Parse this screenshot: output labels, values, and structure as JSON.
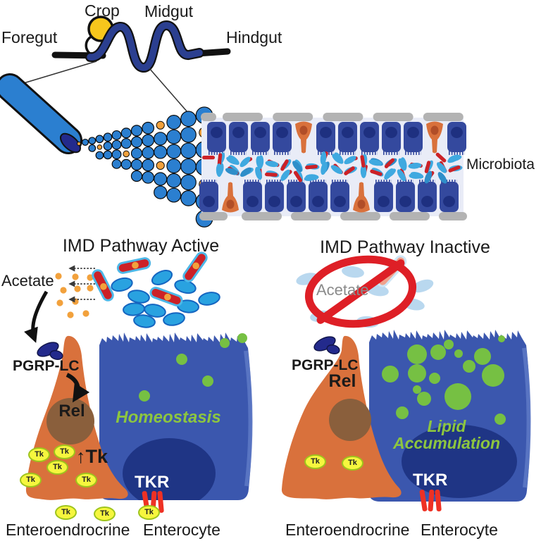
{
  "anatomy": {
    "foregut": "Foregut",
    "crop": "Crop",
    "midgut": "Midgut",
    "hindgut": "Hindgut",
    "microbiota": "Microbiota"
  },
  "left_panel": {
    "title": "IMD Pathway Active",
    "acetate": "Acetate",
    "pgrp": "PGRP-LC",
    "rel": "Rel",
    "homeostasis": "Homeostasis",
    "tk_arrow": "↑",
    "tk": "Tk",
    "tkr": "TKR",
    "enteroendocrine": "Enteroendrocrine",
    "enterocyte": "Enterocyte"
  },
  "right_panel": {
    "title": "IMD Pathway Inactive",
    "acetate": "Acetate",
    "pgrp": "PGRP-LC",
    "rel": "Rel",
    "lipid1": "Lipid",
    "lipid2": "Accumulation",
    "tkr": "TKR",
    "enteroendocrine": "Enteroendrocrine",
    "enterocyte": "Enterocyte"
  },
  "badge": {
    "tk": "Tk"
  },
  "colors": {
    "gut_blue": "#2b3f90",
    "crop_yellow": "#f7c61c",
    "tube_blue": "#2b7fd0",
    "cell_blue": "#3b57ae",
    "cell_rim": "#5e79c6",
    "nucleus_navy": "#1f3585",
    "epi_cell": "#34499e",
    "epi_nucleus": "#1e3080",
    "ee_orange": "#d9713c",
    "ee_nucleus": "#8a5f3c",
    "epi_ee_nucleus": "#b14e28",
    "lipid_green": "#76c043",
    "text_green": "#8dc63f",
    "alert_red": "#de1f26",
    "receptor_red": "#ee3124",
    "pgrp_navy": "#232a8c",
    "microbe_blue": "#29a2e0",
    "microbe_blue_edge": "#1565c0",
    "microbe_red": "#cc2127",
    "lumen_blue": "#3fa9e0",
    "acetate_orange": "#f2a13c",
    "gray_bar": "#b3b3b3",
    "faded_blue": "#b9d8ef",
    "faded_rod": "#efa28d"
  }
}
